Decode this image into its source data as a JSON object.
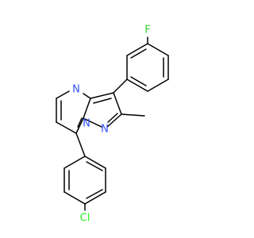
{
  "molecule": {
    "atoms": [
      {
        "label": "F",
        "color": "#33cc33"
      },
      {
        "label": "N",
        "color": "#3050f8"
      },
      {
        "label": "N",
        "color": "#3050f8"
      },
      {
        "label": "N",
        "color": "#3050f8"
      },
      {
        "label": "Cl",
        "color": "#1ff01f"
      }
    ],
    "bond_color": "#000000"
  }
}
